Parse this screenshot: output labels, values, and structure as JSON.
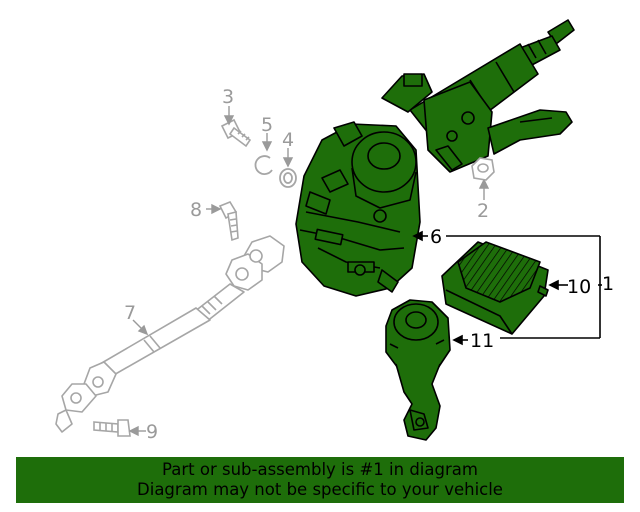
{
  "callouts": {
    "c1": "1",
    "c2": "2",
    "c3": "3",
    "c4": "4",
    "c5": "5",
    "c6": "6",
    "c7": "7",
    "c8": "8",
    "c9": "9",
    "c10": "10",
    "c11": "11"
  },
  "banner": {
    "line1": "Part or sub-assembly is #1 in diagram",
    "line2": "Diagram may not be specific to your vehicle"
  },
  "colors": {
    "highlight": "#1e6e0a",
    "outline": "#000000",
    "grey_parts": "#a0a0a0"
  }
}
